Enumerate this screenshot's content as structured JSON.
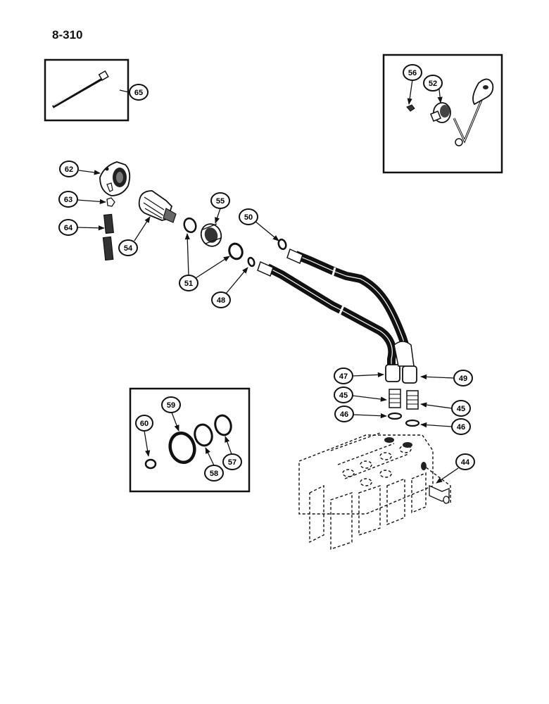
{
  "page": {
    "number": "8-310"
  },
  "callouts": [
    {
      "id": "c65",
      "label": "65"
    },
    {
      "id": "c56",
      "label": "56"
    },
    {
      "id": "c52",
      "label": "52"
    },
    {
      "id": "c62",
      "label": "62"
    },
    {
      "id": "c63",
      "label": "63"
    },
    {
      "id": "c64",
      "label": "64"
    },
    {
      "id": "c54",
      "label": "54"
    },
    {
      "id": "c55",
      "label": "55"
    },
    {
      "id": "c51",
      "label": "51"
    },
    {
      "id": "c50",
      "label": "50"
    },
    {
      "id": "c48",
      "label": "48"
    },
    {
      "id": "c47",
      "label": "47"
    },
    {
      "id": "c49",
      "label": "49"
    },
    {
      "id": "c45a",
      "label": "45"
    },
    {
      "id": "c45b",
      "label": "45"
    },
    {
      "id": "c46a",
      "label": "46"
    },
    {
      "id": "c46b",
      "label": "46"
    },
    {
      "id": "c44",
      "label": "44"
    },
    {
      "id": "c59",
      "label": "59"
    },
    {
      "id": "c60",
      "label": "60"
    },
    {
      "id": "c58",
      "label": "58"
    },
    {
      "id": "c57",
      "label": "57"
    }
  ]
}
